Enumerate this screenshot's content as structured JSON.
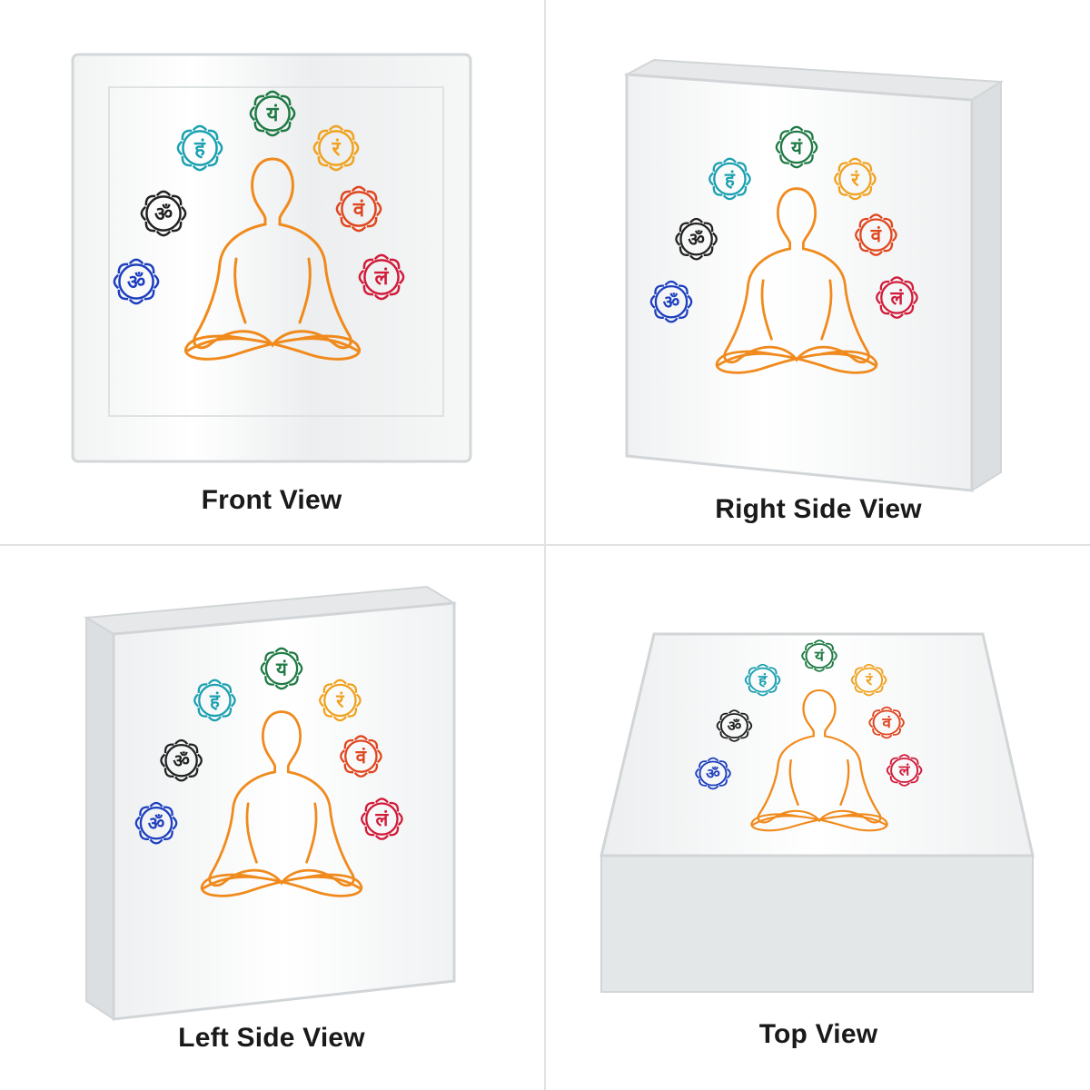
{
  "panels": [
    {
      "caption": "Front View"
    },
    {
      "caption": "Right Side View"
    },
    {
      "caption": "Left Side View"
    },
    {
      "caption": "Top View"
    }
  ],
  "colors": {
    "crown": "#7b2c8a",
    "third_eye": "#1d3fbf",
    "throat": "#1aa0b0",
    "heart": "#1f7a45",
    "solar_plexus": "#f0a21f",
    "sacral": "#e0461e",
    "root": "#d11b3a",
    "figure": "#f08a1c",
    "block_edge": "#cfd3d6"
  },
  "chakras": [
    {
      "name": "heart-chakra-icon",
      "glyph": "यं",
      "color": "#1f7a45"
    },
    {
      "name": "throat-chakra-icon",
      "glyph": "हं",
      "color": "#1aa0b0"
    },
    {
      "name": "solar-plexus-chakra-icon",
      "glyph": "रं",
      "color": "#f0a21f"
    },
    {
      "name": "third-eye-chakra-icon",
      "glyph": "ॐ",
      "color": "#222222"
    },
    {
      "name": "sacral-chakra-icon",
      "glyph": "वं",
      "color": "#e0461e"
    },
    {
      "name": "crown-chakra-icon",
      "glyph": "ॐ",
      "color": "#1d3fbf"
    },
    {
      "name": "root-chakra-icon",
      "glyph": "लं",
      "color": "#d11b3a"
    }
  ]
}
